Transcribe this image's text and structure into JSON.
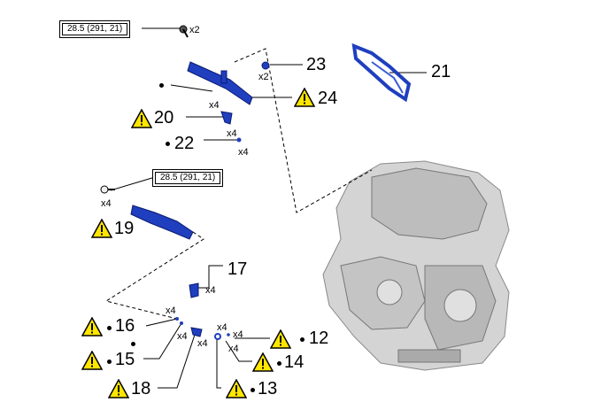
{
  "torque": {
    "top": "28.5 (291, 21)",
    "mid": "28.5 (291, 21)"
  },
  "callouts": {
    "c12": "12",
    "c13": "13",
    "c14": "14",
    "c15": "15",
    "c16": "16",
    "c17": "17",
    "c18": "18",
    "c19": "19",
    "c20": "20",
    "c21": "21",
    "c22": "22",
    "c23": "23",
    "c24": "24"
  },
  "quantities": {
    "q_bolt_top": "x2",
    "q_23": "x2",
    "q_24": "x4",
    "q_20": "x4",
    "q_22": "x4",
    "q_bolt_mid": "x4",
    "q_17": "x4",
    "q_16": "x4",
    "q_15": "x4",
    "q_18": "x4",
    "q_13": "x4",
    "q_12": "x4",
    "q_14": "x4"
  },
  "colors": {
    "part_blue": "#1f3fbf",
    "warning_yellow": "#ffe600",
    "engine_gray": "#c8c8c8"
  },
  "icons": [
    "warning-icon",
    "bullet-dot"
  ]
}
